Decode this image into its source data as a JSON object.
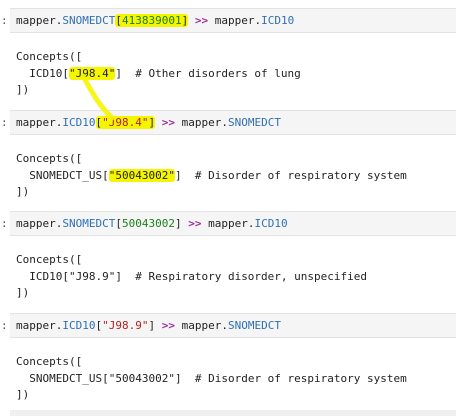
{
  "cells": [
    {
      "prompt": ":",
      "input": {
        "obj": "mapper",
        "dot": ".",
        "attr": "SNOMEDCT",
        "lb": "[",
        "key": "413839001",
        "rb": "]",
        "op": ">>",
        "target_obj": "mapper",
        "target_dot": ".",
        "target_attr": "ICD10"
      },
      "output": {
        "line1": "Concepts([",
        "line2_prefix": "ICD10[",
        "line2_key": "\"J98.4\"",
        "line2_suffix": "]  # Other disorders of lung",
        "line3": "])"
      }
    },
    {
      "prompt": ":",
      "input": {
        "obj": "mapper",
        "dot": ".",
        "attr": "ICD10",
        "lb": "[",
        "key": "\"J98.4\"",
        "rb": "]",
        "op": ">>",
        "target_obj": "mapper",
        "target_dot": ".",
        "target_attr": "SNOMEDCT"
      },
      "output": {
        "line1": "Concepts([",
        "line2_prefix": "SNOMEDCT_US[",
        "line2_key": "\"50043002\"",
        "line2_suffix": "]  # Disorder of respiratory system",
        "line3": "])"
      }
    },
    {
      "prompt": ":",
      "input": {
        "obj": "mapper",
        "dot": ".",
        "attr": "SNOMEDCT",
        "lb": "[",
        "key": "50043002",
        "rb": "]",
        "op": ">>",
        "target_obj": "mapper",
        "target_dot": ".",
        "target_attr": "ICD10"
      },
      "output": {
        "line1": "Concepts([",
        "line2_prefix": "ICD10[",
        "line2_key": "\"J98.9\"",
        "line2_suffix": "]  # Respiratory disorder, unspecified",
        "line3": "])"
      }
    },
    {
      "prompt": ":",
      "input": {
        "obj": "mapper",
        "dot": ".",
        "attr": "ICD10",
        "lb": "[",
        "key": "\"J98.9\"",
        "rb": "]",
        "op": ">>",
        "target_obj": "mapper",
        "target_dot": ".",
        "target_attr": "SNOMEDCT"
      },
      "output": {
        "line1": "Concepts([",
        "line2_prefix": "SNOMEDCT_US[",
        "line2_key": "\"50043002\"",
        "line2_suffix": "]  # Disorder of respiratory system",
        "line3": "])"
      }
    }
  ],
  "highlight_color": "#f5f500"
}
